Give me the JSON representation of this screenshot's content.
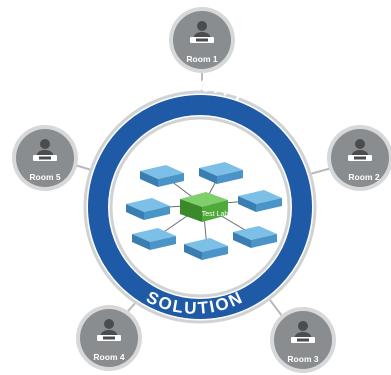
{
  "ring": {
    "top_text": "VELOCITY",
    "bottom_text": "SOLUTION",
    "color": "#1f5aa6"
  },
  "hub": {
    "label": "Test Lab",
    "color": "#4faa3a"
  },
  "rooms": [
    {
      "id": "room-1",
      "label": "Room 1",
      "icon": "person-at-laptop-icon"
    },
    {
      "id": "room-2",
      "label": "Room 2",
      "icon": "person-at-laptop-icon"
    },
    {
      "id": "room-3",
      "label": "Room 3",
      "icon": "person-at-laptop-icon"
    },
    {
      "id": "room-4",
      "label": "Room 4",
      "icon": "person-at-laptop-icon"
    },
    {
      "id": "room-5",
      "label": "Room 5",
      "icon": "person-at-laptop-icon"
    }
  ],
  "network_nodes": 7,
  "colors": {
    "room_circle": "#8a8d90",
    "room_ring": "#d7d8d9",
    "node_block": "#4a94c8",
    "connector": "#b8babc"
  }
}
